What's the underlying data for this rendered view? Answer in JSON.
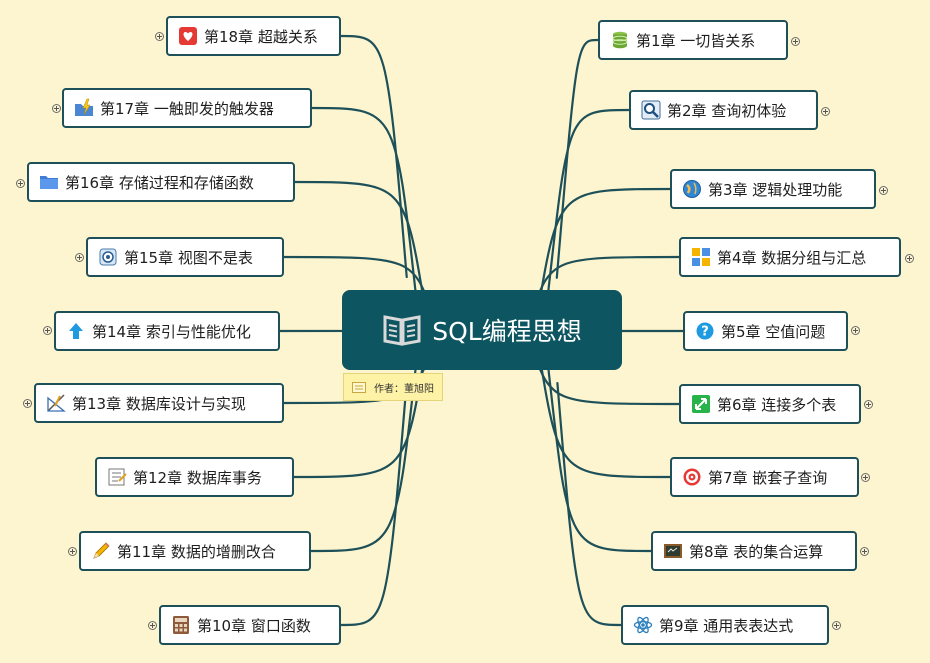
{
  "root": {
    "title": "SQL编程思想"
  },
  "note": {
    "text": "作者：董旭阳"
  },
  "colors": {
    "background": "#fdf5d0",
    "root": "#0d5560",
    "branch": "#1d5059"
  },
  "right_branches": [
    {
      "label": "第1章 一切皆关系",
      "icon": "database-icon"
    },
    {
      "label": "第2章 查询初体验",
      "icon": "magnifier-icon"
    },
    {
      "label": "第3章 逻辑处理功能",
      "icon": "globe-icon"
    },
    {
      "label": "第4章 数据分组与汇总",
      "icon": "squares-icon"
    },
    {
      "label": "第5章 空值问题",
      "icon": "question-icon"
    },
    {
      "label": "第6章 连接多个表",
      "icon": "resize-icon"
    },
    {
      "label": "第7章 嵌套子查询",
      "icon": "target-icon"
    },
    {
      "label": "第8章 表的集合运算",
      "icon": "chalkboard-icon"
    },
    {
      "label": "第9章 通用表表达式",
      "icon": "atom-icon"
    }
  ],
  "left_branches": [
    {
      "label": "第18章 超越关系",
      "icon": "heart-icon"
    },
    {
      "label": "第17章 一触即发的触发器",
      "icon": "lightning-folder-icon"
    },
    {
      "label": "第16章 存储过程和存储函数",
      "icon": "folder-icon"
    },
    {
      "label": "第15章 视图不是表",
      "icon": "view-icon"
    },
    {
      "label": "第14章 索引与性能优化",
      "icon": "up-arrow-icon"
    },
    {
      "label": "第13章 数据库设计与实现",
      "icon": "drafting-icon"
    },
    {
      "label": "第12章 数据库事务",
      "icon": "checklist-icon"
    },
    {
      "label": "第11章 数据的增删改合",
      "icon": "pencil-icon"
    },
    {
      "label": "第10章 窗口函数",
      "icon": "calculator-icon"
    }
  ]
}
